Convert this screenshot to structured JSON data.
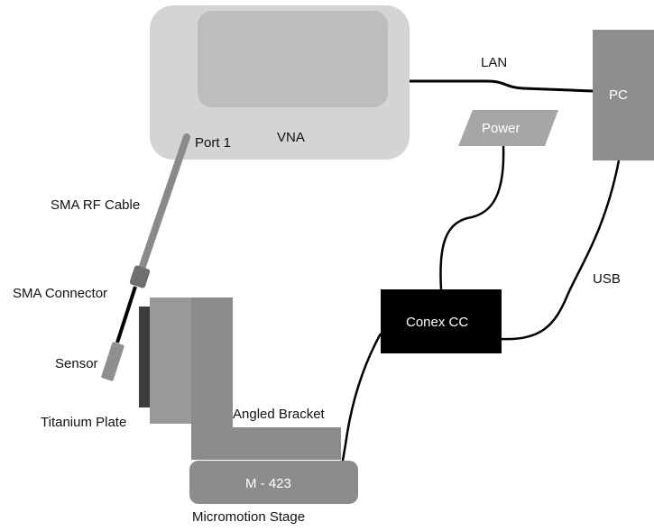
{
  "diagram": {
    "nodes": {
      "vna": {
        "label": "VNA",
        "port_label": "Port 1"
      },
      "pc": {
        "label": "PC"
      },
      "power": {
        "label": "Power"
      },
      "conex": {
        "label": "Conex CC"
      },
      "stage": {
        "label": "M - 423",
        "caption": "Micromotion Stage"
      },
      "bracket": {
        "label": "Angled Bracket"
      },
      "plate": {
        "label": "Titanium Plate"
      },
      "sensor": {
        "label": "Sensor"
      },
      "sma_connector": {
        "label": "SMA Connector"
      },
      "sma_cable": {
        "label": "SMA RF Cable"
      }
    },
    "links": {
      "lan": {
        "label": "LAN"
      },
      "usb": {
        "label": "USB"
      }
    },
    "colors": {
      "vna_body": "#d4d4d4",
      "vna_screen": "#bdbdbd",
      "pc": "#8e8e8e",
      "power": "#a6a6a6",
      "conex": "#000000",
      "stage": "#8c8c8c",
      "bracket": "#8c8c8c",
      "plate_back": "#999999",
      "plate_dark": "#3d3d3d",
      "cable": "#8a8a8a",
      "wire": "#000000"
    }
  }
}
